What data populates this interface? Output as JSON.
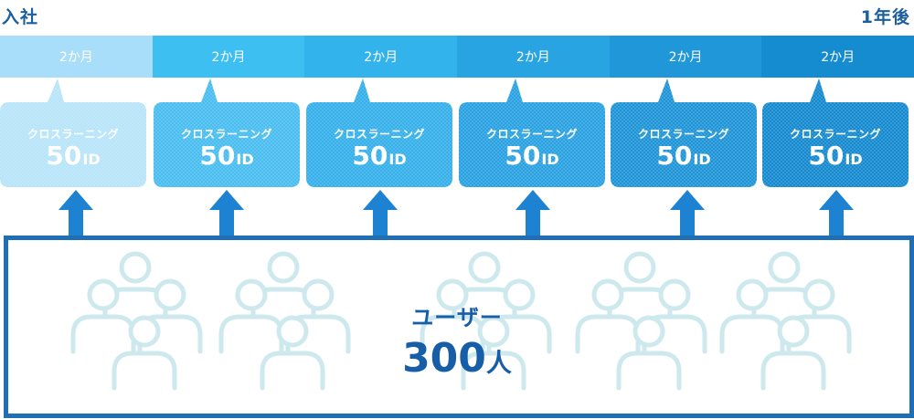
{
  "labels": {
    "start": "入社",
    "end": "1年後"
  },
  "timeline": {
    "segments": [
      {
        "label": "2か月",
        "color": "#a8def9"
      },
      {
        "label": "2か月",
        "color": "#3dbff1"
      },
      {
        "label": "2か月",
        "color": "#32b3ec"
      },
      {
        "label": "2か月",
        "color": "#29a4e3"
      },
      {
        "label": "2か月",
        "color": "#1f97d9"
      },
      {
        "label": "2か月",
        "color": "#158bd0"
      }
    ]
  },
  "bubbles": [
    {
      "title": "クロスラーニング",
      "value": "50",
      "unit": "ID",
      "color": "#b7e4f8"
    },
    {
      "title": "クロスラーニング",
      "value": "50",
      "unit": "ID",
      "color": "#49bdf0"
    },
    {
      "title": "クロスラーニング",
      "value": "50",
      "unit": "ID",
      "color": "#36b0ea"
    },
    {
      "title": "クロスラーニング",
      "value": "50",
      "unit": "ID",
      "color": "#2aa2e2"
    },
    {
      "title": "クロスラーニング",
      "value": "50",
      "unit": "ID",
      "color": "#1f95d8"
    },
    {
      "title": "クロスラーニング",
      "value": "50",
      "unit": "ID",
      "color": "#158acf"
    }
  ],
  "users": {
    "label": "ユーザー",
    "count": "300",
    "unit": "人"
  },
  "colors": {
    "arrow": "#1e82d2",
    "box_border": "#1f6fb6",
    "people": "#cde9ee",
    "text_dark": "#175ea8"
  }
}
